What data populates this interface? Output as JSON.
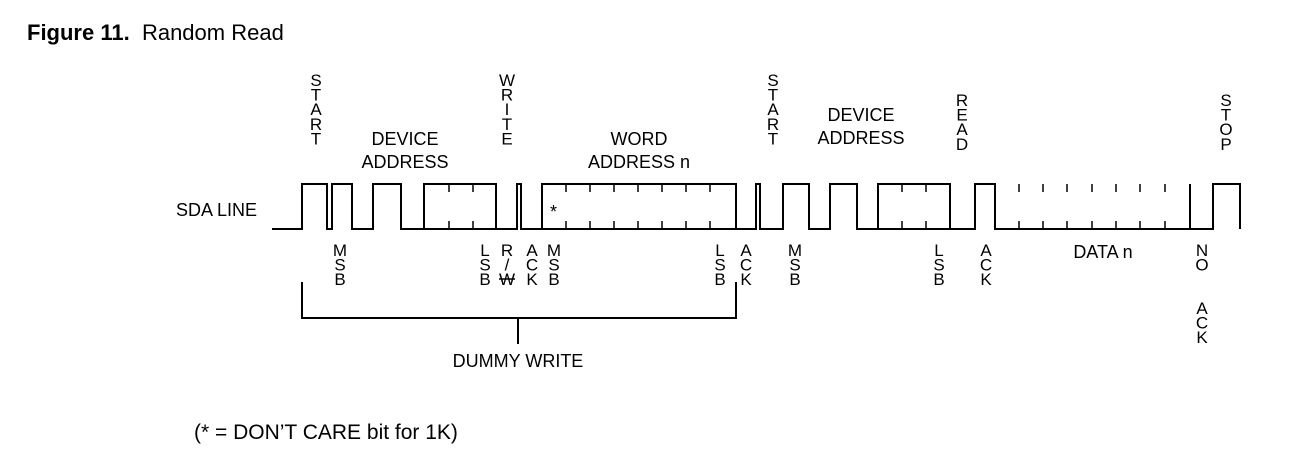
{
  "title": {
    "number": "Figure 11.",
    "text": "Random Read"
  },
  "signal_label": "SDA LINE",
  "dont_care_marker": "*",
  "vertical_labels": {
    "start1": "START",
    "write": "WRITE",
    "start2": "START",
    "read": "READ",
    "stop": "STOP",
    "msb1": "MSB",
    "lsb1": "LSB",
    "rw": "R/W",
    "ack1": "ACK",
    "msb2": "MSB",
    "lsb2": "LSB",
    "ack2": "ACK",
    "msb3": "MSB",
    "lsb3": "LSB",
    "ack3": "ACK",
    "no": "NO",
    "noack": "ACK"
  },
  "labels": {
    "device_address_1": [
      "DEVICE",
      "ADDRESS"
    ],
    "word_address": [
      "WORD",
      "ADDRESS n"
    ],
    "device_address_2": [
      "DEVICE",
      "ADDRESS"
    ],
    "data": "DATA n",
    "dummy_write": "DUMMY WRITE"
  },
  "footnote": "(* = DON’T CARE bit for 1K)"
}
